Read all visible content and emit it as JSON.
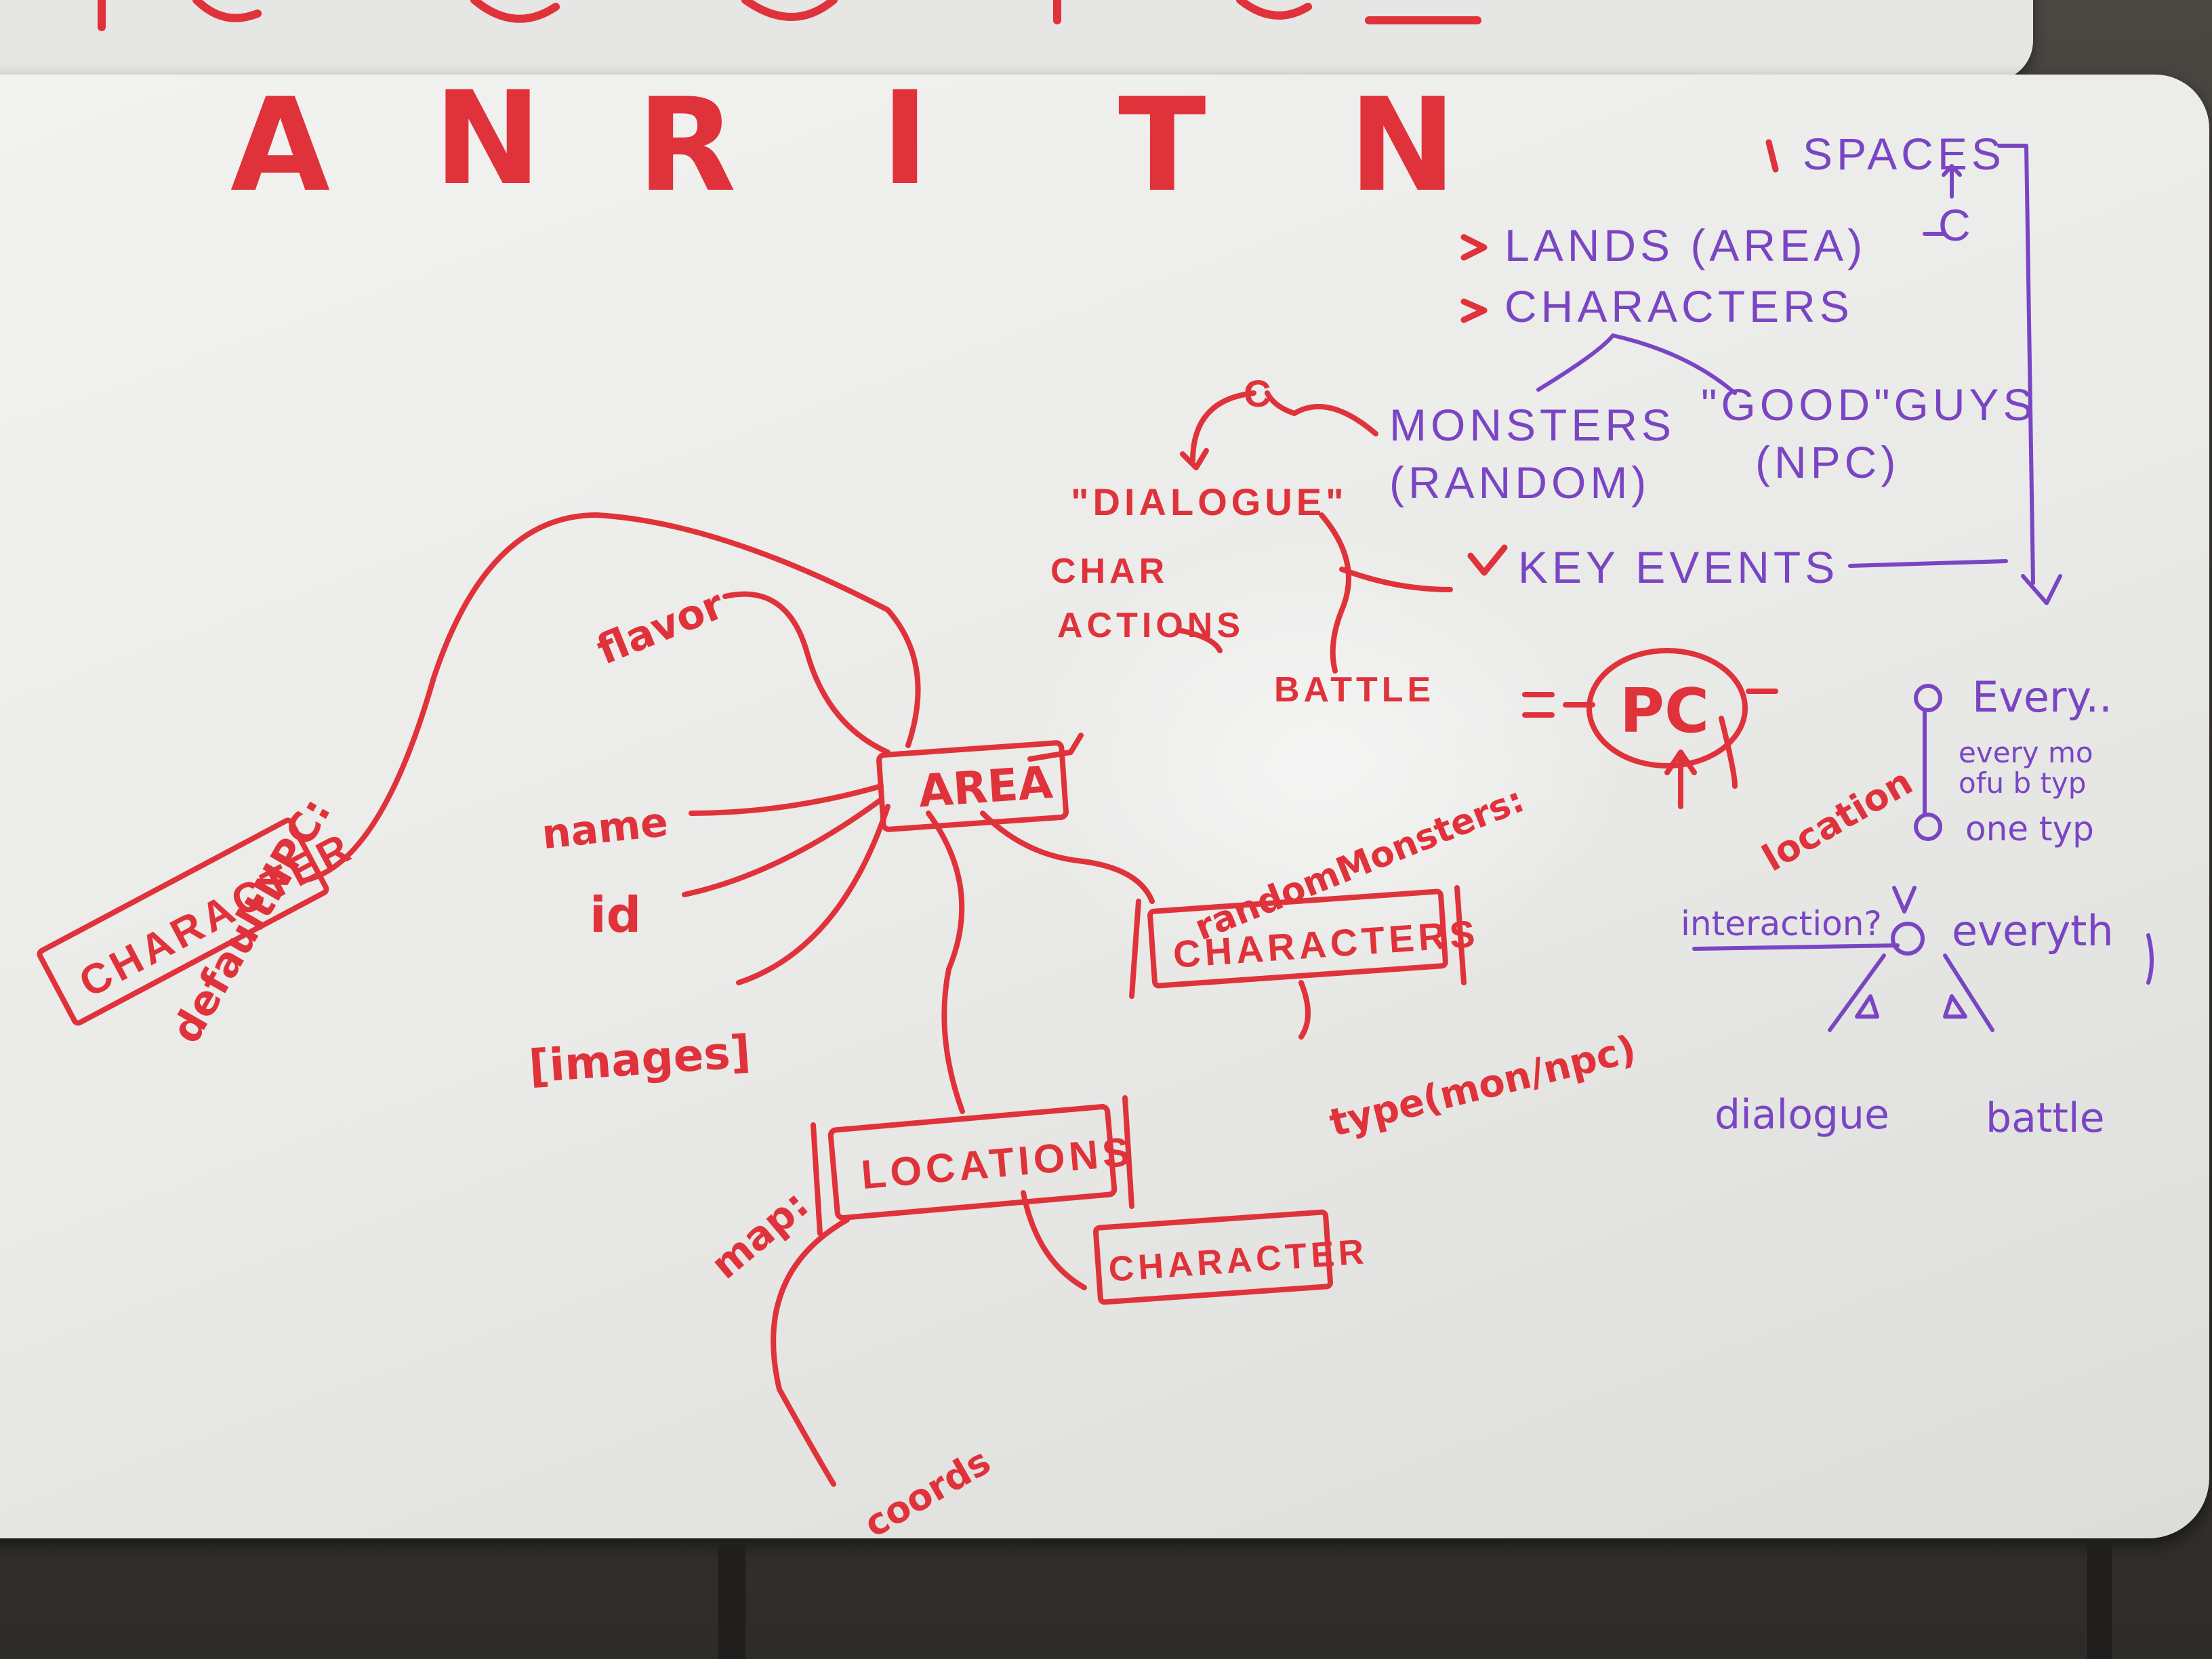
{
  "colors": {
    "red_marker": "#e0323a",
    "purple_marker": "#7a45c4",
    "board": "#efefed"
  },
  "top_letters": [
    "A",
    "N",
    "R",
    "I",
    "T",
    "N"
  ],
  "legend": {
    "spaces": "SPACES",
    "c_mark": "C",
    "lands": "LANDS (AREA)",
    "characters": "CHARACTERS",
    "monsters_1": "MONSTERS",
    "monsters_2": "(RANDOM)",
    "good_guys_1": "\"GOOD\"GUYS",
    "good_guys_2": "(NPC)",
    "key_events": "KEY EVENTS"
  },
  "dialogue": {
    "dialogue": "\"DIALOGUE\"",
    "char": "CHAR",
    "actions": "ACTIONS",
    "battle": "BATTLE",
    "c_mark": "C"
  },
  "area_map": {
    "area": "AREA",
    "flavor": "flavor",
    "name": "name",
    "id": "id",
    "images": "[images]",
    "default_npc": "defaultNPC:",
    "default_character": "CHARACTER",
    "random_monsters": "randomMonsters:",
    "characters": "CHARACTERS",
    "type": "type(mon/npc)",
    "map": "map:",
    "locations": "LOCATIONS",
    "location_character": "CHARACTER",
    "coords": "coords"
  },
  "pc": {
    "pc": "PC",
    "location": "location"
  },
  "interaction": {
    "every_1": "Every..",
    "every_2a": "every mo",
    "every_2b": "ofu b typ",
    "one_type": "one typ",
    "interaction": "interaction?",
    "everything": "everyth",
    "dialogue": "dialogue",
    "battle": "battle"
  }
}
